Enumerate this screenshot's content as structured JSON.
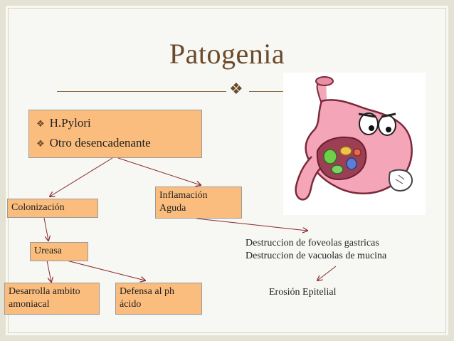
{
  "slide": {
    "title": "Patogenia",
    "bullets": [
      "H.Pylori",
      "Otro desencadenante"
    ],
    "nodes": {
      "colonizacion": "Colonización",
      "inflamacion_line1": "Inflamación",
      "inflamacion_line2": "Aguda",
      "ureasa": "Ureasa",
      "desarrolla_line1": "Desarrolla ambito",
      "desarrolla_line2": "amoniacal",
      "defensa_line1": "Defensa al ph",
      "defensa_line2": "ácido",
      "destruccion_line1": "Destruccion de foveolas gastricas",
      "destruccion_line2": "Destruccion de vacuolas de mucina",
      "erosion": "Erosión Epitelial"
    },
    "colors": {
      "box_fill": "#fbbd7d",
      "title": "#6b4a2b",
      "arrow": "#8a2b2b"
    },
    "icons": [
      "bullet-glyph-icon",
      "stomach-illustration"
    ]
  }
}
